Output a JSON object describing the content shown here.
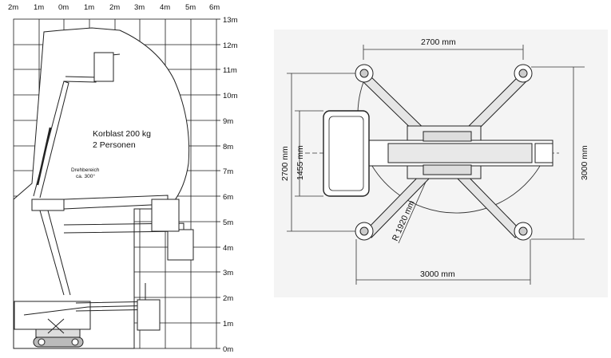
{
  "left_diagram": {
    "x_axis_labels": [
      "2m",
      "1m",
      "0m",
      "1m",
      "2m",
      "3m",
      "4m",
      "5m",
      "6m"
    ],
    "y_axis_labels": [
      "13m",
      "12m",
      "11m",
      "10m",
      "9m",
      "8m",
      "7m",
      "6m",
      "5m",
      "4m",
      "3m",
      "2m",
      "1m",
      "0m"
    ],
    "load_label_line1": "Korblast 200 kg",
    "load_label_line2": "2 Personen",
    "rotation_label_line1": "Drehbereich",
    "rotation_label_line2": "ca. 300°"
  },
  "right_diagram": {
    "top_width": "2700 mm",
    "left_outer_height": "2700 mm",
    "left_inner_height": "1455 mm",
    "right_height": "3000 mm",
    "bottom_width": "3000 mm",
    "radius": "R 1920 mm"
  }
}
